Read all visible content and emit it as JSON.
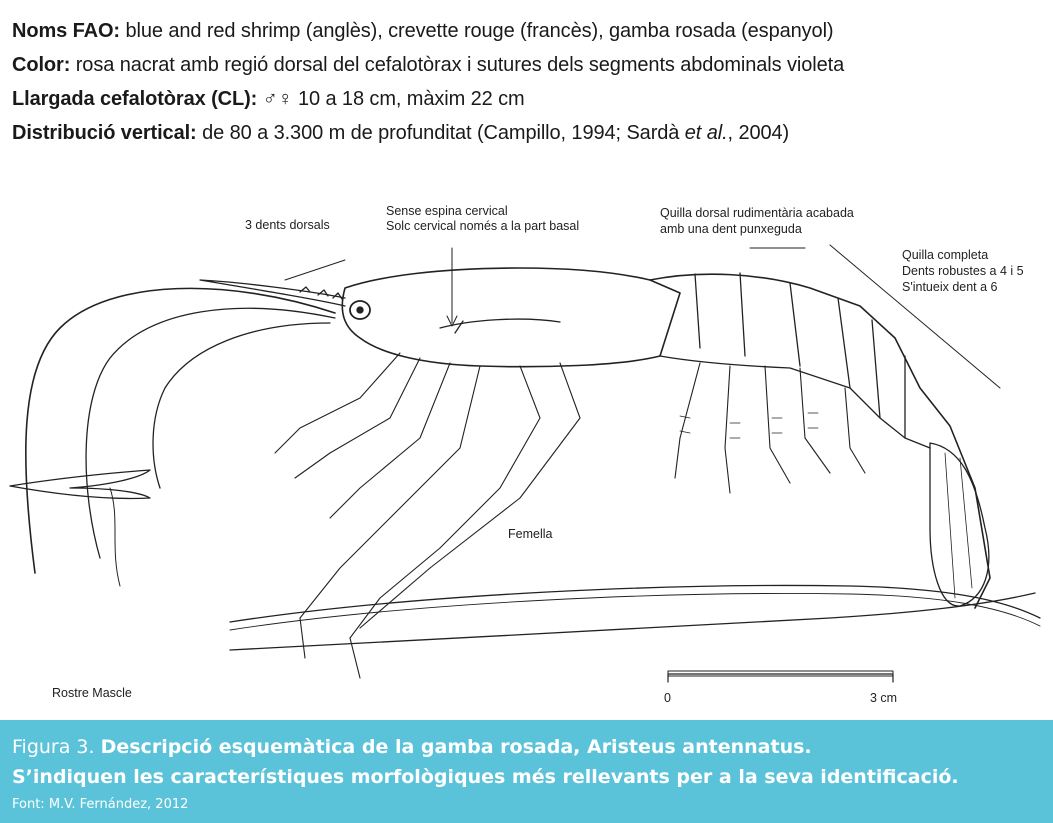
{
  "facts": [
    {
      "label": "Noms FAO:",
      "text": " blue and red shrimp (anglès), crevette rouge (francès), gamba rosada (espanyol)"
    },
    {
      "label": "Color:",
      "text": " rosa nacrat amb regió dorsal del cefalotòrax i sutures dels segments abdominals violeta"
    },
    {
      "label": "Llargada cefalotòrax (CL):",
      "text": " ♂♀ 10 a 18 cm, màxim 22 cm"
    },
    {
      "label": "Distribució vertical:",
      "text_before": " de 80 a 3.300 m de profunditat (Campillo, 1994; Sardà ",
      "italic": "et al.",
      "text_after": ", 2004)"
    }
  ],
  "figure": {
    "labels": {
      "dorsal_teeth": "3 dents dorsals",
      "cervical_1": "Sense espina cervical",
      "cervical_2": "Solc cervical només a la part basal",
      "keel_1": "Quilla dorsal rudimentària acabada",
      "keel_2": "amb una dent punxeguda",
      "full_keel_1": "Quilla completa",
      "full_keel_2": "Dents robustes a 4 i 5",
      "full_keel_3": "S'intueix dent a 6",
      "female": "Femella",
      "male_rostrum": "Rostre Mascle",
      "scale_start": "0",
      "scale_end": "3 cm"
    }
  },
  "caption": {
    "prefix": "Figura 3. ",
    "title_1": "Descripció esquemàtica de la gamba rosada, Aristeus antennatus.",
    "title_2": "S’indiquen les característiques morfològiques més rellevants per a la seva identificació.",
    "source": "Font: M.V. Fernández, 2012"
  },
  "colors": {
    "caption_bg": "#5bc3d9",
    "caption_text": "#ffffff",
    "ink": "#1a1a1a"
  }
}
